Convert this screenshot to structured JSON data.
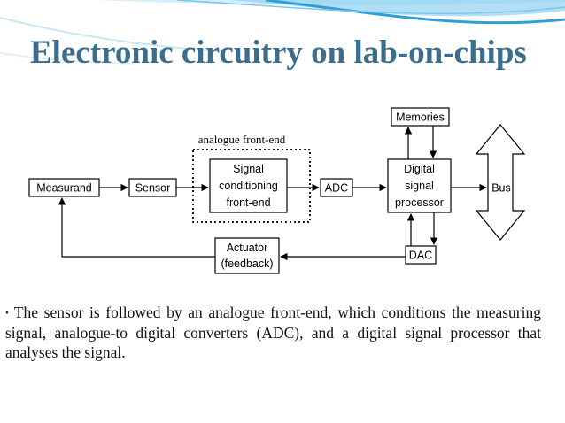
{
  "slide": {
    "title": "Electronic circuitry on lab-on-chips",
    "bullet": "The sensor is followed by an analogue front-end, which conditions the measuring signal, analogue-to digital converters (ADC), and a digital signal processor that analyses the signal."
  },
  "diagram": {
    "frontend_label": "analogue front-end",
    "measurand": "Measurand",
    "sensor": "Sensor",
    "signal_line1": "Signal",
    "signal_line2": "conditioning",
    "signal_line3": "front-end",
    "adc": "ADC",
    "digital_line1": "Digital",
    "digital_line2": "signal",
    "digital_line3": "processor",
    "memories": "Memories",
    "bus": "Bus",
    "dac": "DAC",
    "actuator_line1": "Actuator",
    "actuator_line2": "(feedback)"
  },
  "colors": {
    "title": "#3a6e8c",
    "wave": "#2e9fd6"
  }
}
